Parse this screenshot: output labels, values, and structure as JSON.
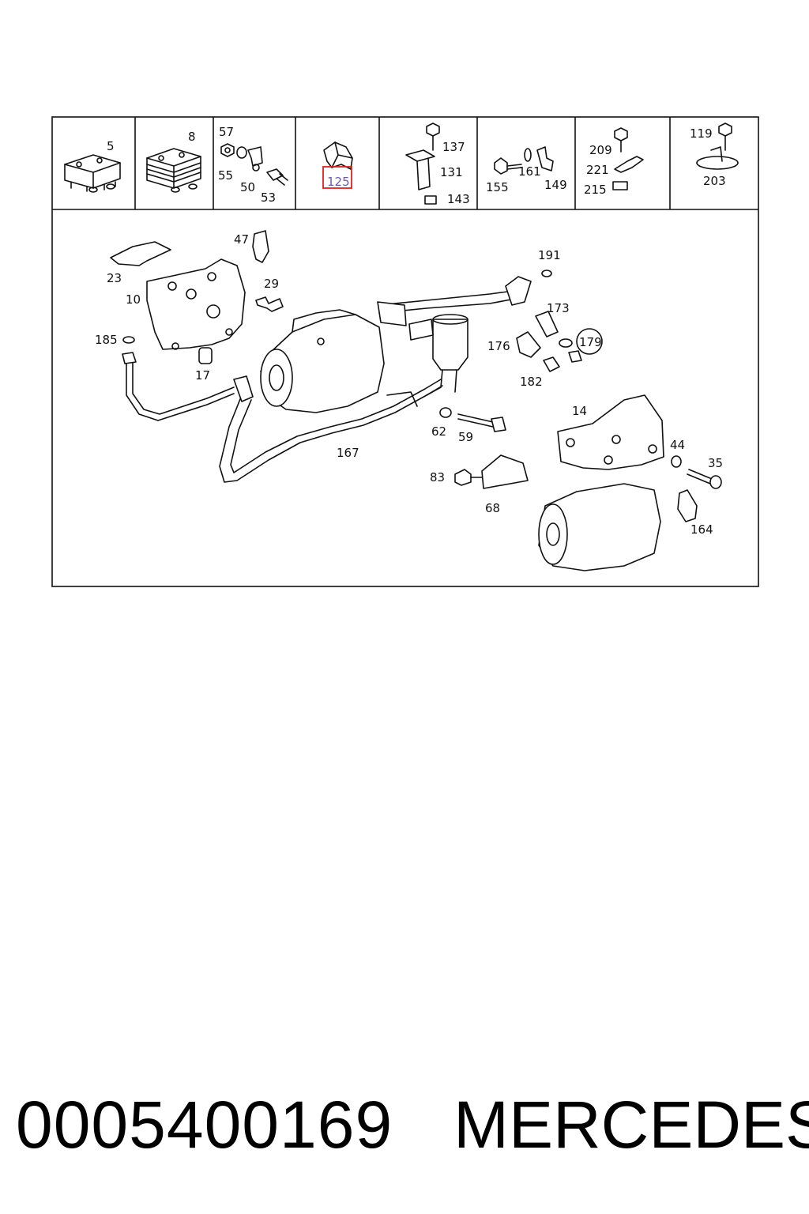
{
  "diagram": {
    "top_cells": [
      {
        "labels": [
          "5"
        ]
      },
      {
        "labels": [
          "8"
        ]
      },
      {
        "labels": [
          "57",
          "55",
          "50",
          "53"
        ]
      },
      {
        "labels": [
          "125"
        ],
        "highlighted": "125"
      },
      {
        "labels": [
          "137",
          "131",
          "143"
        ]
      },
      {
        "labels": [
          "155",
          "161",
          "149"
        ]
      },
      {
        "labels": [
          "209",
          "221",
          "215"
        ]
      },
      {
        "labels": [
          "119",
          "203"
        ]
      }
    ],
    "main_labels": {
      "p47": "47",
      "p23": "23",
      "p10": "10",
      "p29": "29",
      "p185": "185",
      "p17": "17",
      "p191": "191",
      "p173": "173",
      "p176": "176",
      "p179": "179",
      "p182": "182",
      "p14": "14",
      "p62": "62",
      "p59": "59",
      "p167": "167",
      "p44": "44",
      "p35": "35",
      "p83": "83",
      "p68": "68",
      "p164": "164"
    },
    "highlight_color": "#e0201f"
  },
  "footer": {
    "part_number": "0005400169",
    "brand": "MERCEDES"
  }
}
